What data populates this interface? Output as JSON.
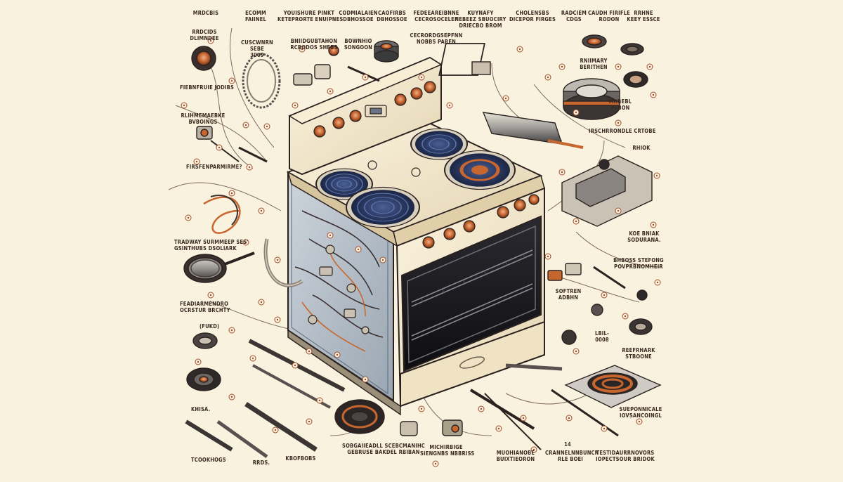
{
  "colors": {
    "background": "#f8f2de",
    "outline": "#2b2220",
    "body_panel": "#b9c2cb",
    "cream": "#f1e5c8",
    "copper": "#c8662f",
    "burner_blue": "#2b3a63",
    "callout": "#a44a2a"
  },
  "labels": [
    "MRDCBIS",
    "ECOMM\nFAIINEL",
    "YOUISHURE PINKT\nKETEPRORTE ENUIPNES",
    "CODMIALAIEN\nDBHOSSOE",
    "CAOFIRBS\nDBHOSSOE",
    "FEDEEAREIBNNE\nCECROSOCELEF",
    "KUYNAFY\nNEBEEZ SBUOCIRY\nDRIECBO BROM",
    "CHOLENSBS\nDICEPOR FIRGES",
    "RADCIEM\nCDGS",
    "CAUDH FIRIFLE\nRODON",
    "RRHNE\nKEEY ESSCE",
    "RRDCIDS\nDLIMNDEE",
    "CUSCWNRN\nSEBE\n3009",
    "BNIIDGUBTAHON\nRCBODOS SHEBS",
    "BOWNHIO\nSONGOON",
    "CECRORDGSEPFNN\nNOBBS PAREN",
    "RNIIMARY\nBERITHEN",
    "FIEBNFRUIE JODIBS",
    "MIIBEBL\nPFBON",
    "RLIHMEMAEBKE\nBVBOINGS",
    "IRSCHRRONDLE CRTOBE",
    "RHIOK",
    "FIRSFENPARMIRME?",
    "KOE BNIAK\nSODURANA.",
    "TRADWAY SURMMEEP SES'\nGSINTHUBS DSOLIARK",
    "BHBOSS STEFONG\nPOVPRBNOMHEIR",
    "SOFTREN\nADBHN",
    "FEADIARMENDRO\nOCRSTUR BRCHTY",
    "LBIL-\n0008",
    "REEFRHARK\nSTBOONE",
    "KHISA.",
    "SOBGAIIEADLL SCEBCMANIHC\nGEBRUSE BAKDEL RBIBAN",
    "MICHIRBIGE\nSIENGNBS NBBRISS",
    "MUOHIANOBE\nBUIXTIEORON",
    "CRANNELNNBUNCN\nRLE BOEI",
    "TESTIDAURRNOVORS\nIOPECTSOUR BRIDOK",
    "SUEPONNICALE\nIOVSANCOINGL",
    "TCOOKHOGS",
    "RRDS.",
    "KBOFBOBS",
    "(FUKD)",
    "14"
  ]
}
